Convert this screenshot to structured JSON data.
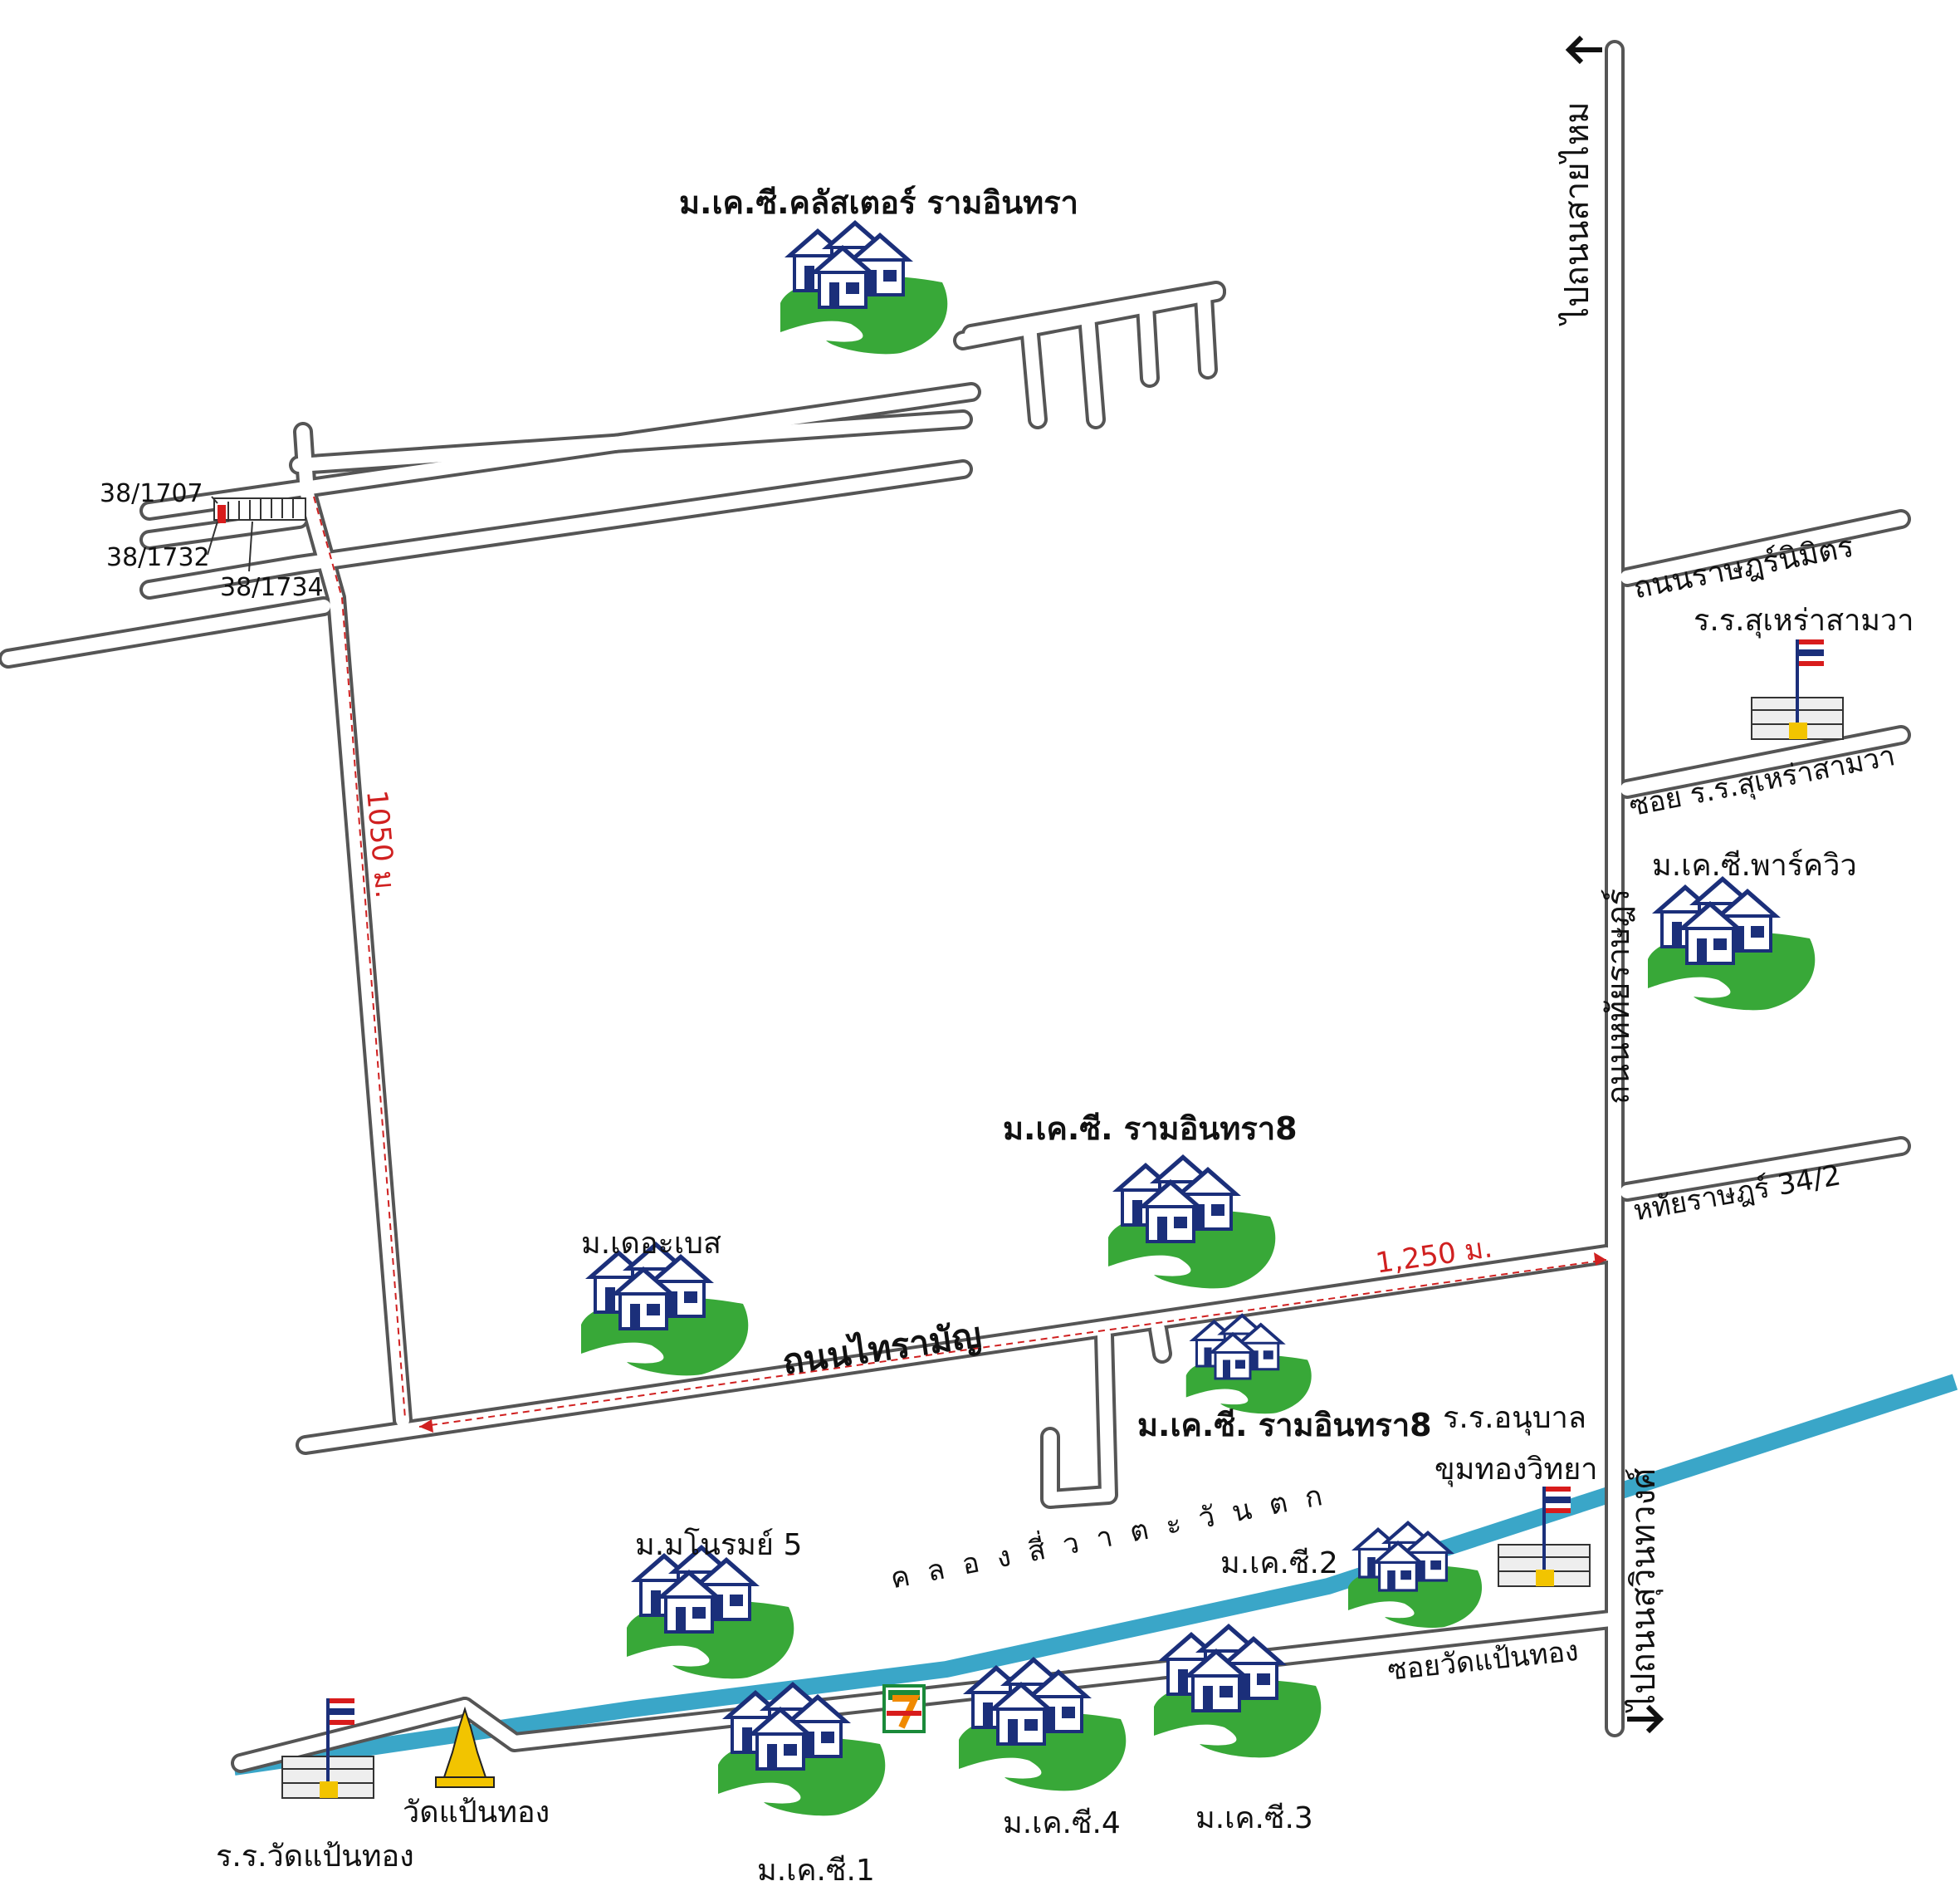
{
  "colors": {
    "road_fill": "#ffffff",
    "road_edge": "#555555",
    "canal": "#3aa6c8",
    "route": "#d02020",
    "house_roof": "#1b2f7a",
    "house_body": "#ffffff",
    "lawn": "#38a838",
    "flag_red": "#d81c1c",
    "flag_blue": "#1b2f7a",
    "school": "#eeeeee",
    "temple": "#f2c400",
    "seven_eleven_green": "#1a8a3a",
    "seven_eleven_orange": "#f08a00",
    "seven_eleven_red": "#d81c1c"
  },
  "villages": {
    "kc_cluster_ramintra": "ม.เค.ซี.คลัสเตอร์ รามอินทรา",
    "kc_parkview": "ม.เค.ซี.พาร์ควิว",
    "kc_ramintra8_north": "ม.เค.ซี. รามอินทรา8",
    "the_base": "ม.เดอะเบส",
    "kc_ramintra8_south": "ม.เค.ซี. รามอินทรา8",
    "manorom5": "ม.มโนรมย์ 5",
    "kc2": "ม.เค.ซี.2",
    "kc1": "ม.เค.ซี.1",
    "kc4": "ม.เค.ซี.4",
    "kc3": "ม.เค.ซี.3"
  },
  "roads": {
    "to_sai_mai": "ไปถนนสายไหม",
    "to_sukhumvit": "ไปถนนสุวินทวงศ์",
    "rat_nimit": "ถนนราษฎร์นิมิตร",
    "soi_suharsamwa": "ซอย ร.ร.สุเหร่าสามวา",
    "hathai_rat_main": "ถนนหทัยราษฎร์",
    "hathai_rat_34_2": "หทัยราษฎร์ 34/2",
    "thai_raman": "ถนนไทรามัญ",
    "soi_wat_paenthong": "ซอยวัดแป้นทอง",
    "canal": "คลองสี่วาตะวันตก"
  },
  "schools": {
    "suharsamwa": "ร.ร.สุเหร่าสามวา",
    "anuban_line1": "ร.ร.อนุบาล",
    "anuban_line2": "ขุมทองวิทยา",
    "wat_paenthong_school": "ร.ร.วัดแป้นทอง"
  },
  "landmarks": {
    "wat_paenthong": "วัดแป้นทอง",
    "seven_eleven": "7-Eleven"
  },
  "house_numbers": {
    "h1707": "38/1707",
    "h1732": "38/1732",
    "h1734": "38/1734"
  },
  "distances": {
    "north_leg": "1050 ม.",
    "east_leg": "1,250 ม."
  }
}
